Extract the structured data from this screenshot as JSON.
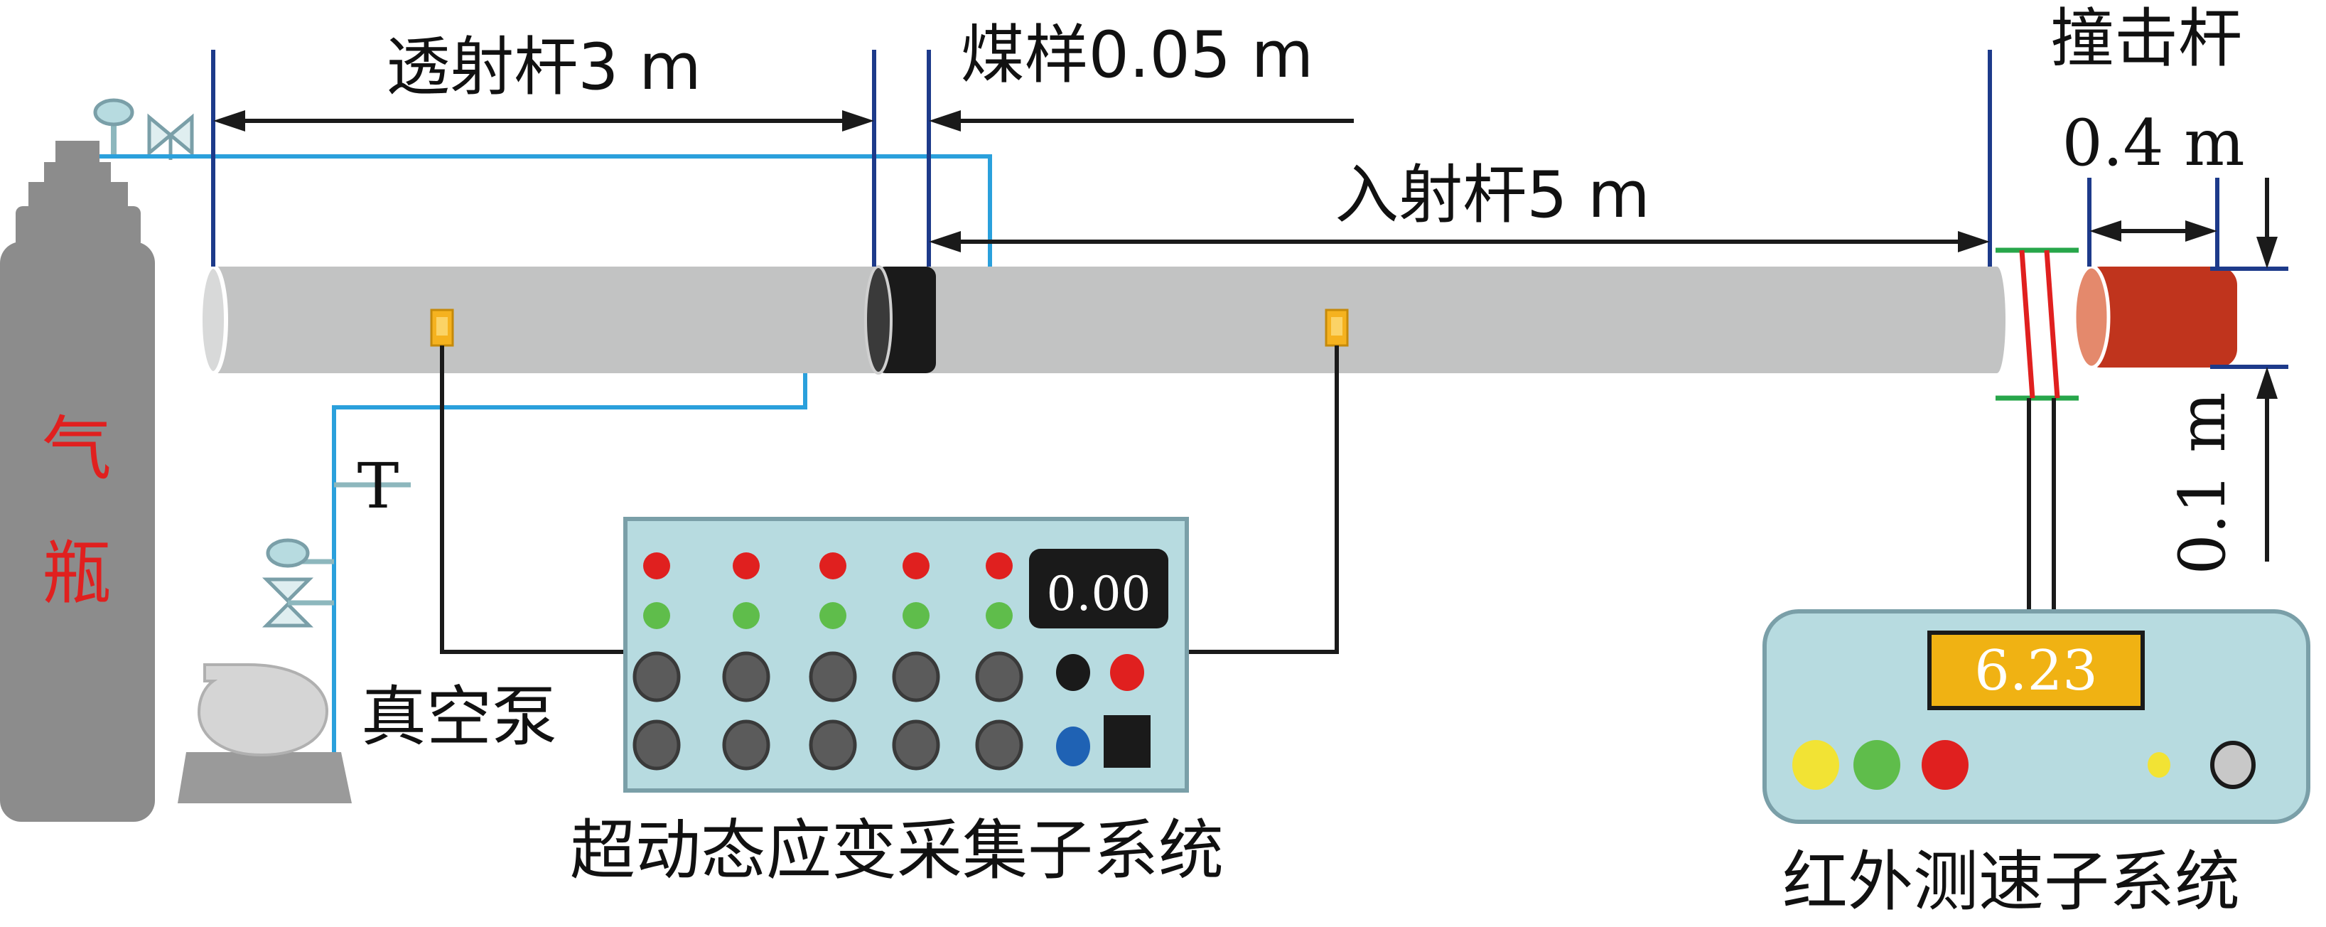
{
  "title": "",
  "labels": {
    "transmission_bar": "透射杆3 m",
    "coal_sample": "煤样0.05 m",
    "incident_bar": "入射杆5 m",
    "striker_bar": "撞击杆",
    "striker_length": "0.4 m",
    "striker_diameter": "0.1 m",
    "gas_cylinder_line1": "气",
    "gas_cylinder_line2": "瓶",
    "vacuum_pump": "真空泵",
    "valve_tee": "T",
    "strain_system": "超动态应变采集子系统",
    "infrared_system": "红外测速子系统"
  },
  "displays": {
    "strain_readout": "0.00",
    "velocity_readout": "6.23"
  },
  "colors": {
    "bar_gray": "#c2c3c3",
    "pipe_blue": "#2aa0dc",
    "panel_fill": "#b7dbe0",
    "panel_border": "#7a9fa8",
    "striker_red": "#c0341d",
    "dim_navy": "#1d3a8a",
    "sensor_orange": "#f5b21f",
    "velocity_display": "#f0b213",
    "light_green": "#27a64a",
    "light_red": "#e0201f"
  }
}
